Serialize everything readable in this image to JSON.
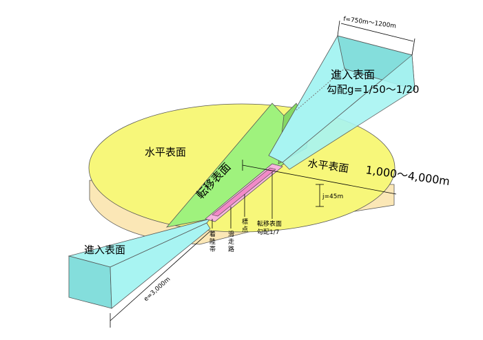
{
  "labels": {
    "horizontal_surface": "水平表面",
    "transitional_surface": "転移表面",
    "approach_surface_upper": "進入表面",
    "approach_surface_lower": "進入表面",
    "approach_gradient": "勾配g=1/50～1/20",
    "approach_width": "f=750m～1200m",
    "radius": "1,000～4,000m",
    "height": "j=45m",
    "approach_length": "e=3,000m",
    "landing_strip_lines": [
      "着",
      "陸",
      "帯"
    ],
    "runway_lines": [
      "滑",
      "走",
      "路"
    ],
    "marker_lines": [
      "標",
      "点"
    ],
    "transitional_gradient_lines": [
      "転移表面",
      "勾配1/7"
    ]
  },
  "colors": {
    "horizontal_surface": "#f7f77a",
    "disc_side": "#fbe7b6",
    "transitional_surface": "#9ff27d",
    "transitional_dark": "#86d864",
    "approach_surface": "#a8f4f2",
    "approach_dark": "#84dedc",
    "runway": "#f28ac8",
    "outline": "#333333"
  }
}
